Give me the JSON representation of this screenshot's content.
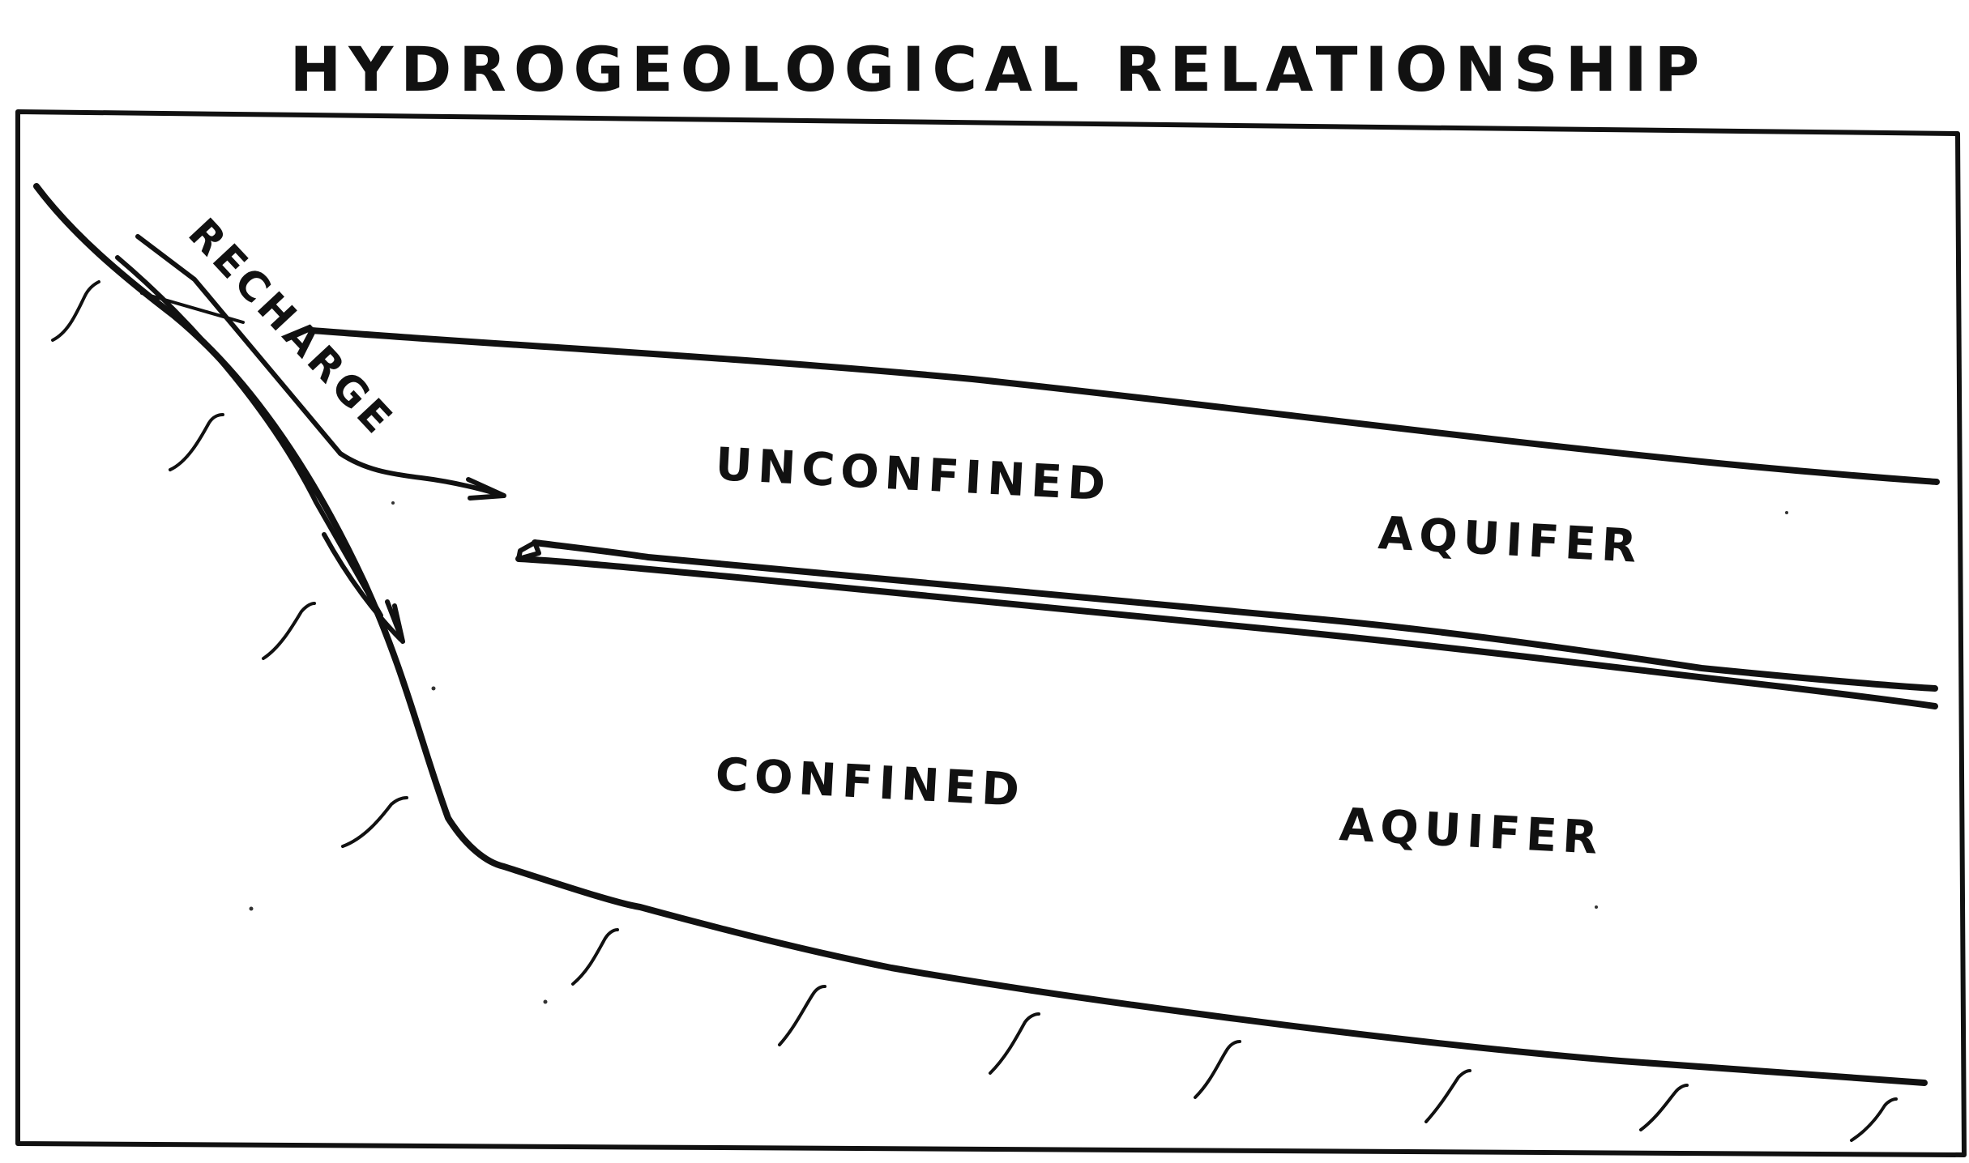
{
  "title": "HYDROGEOLOGICAL RELATIONSHIP",
  "labels": {
    "recharge": "RECHARGE",
    "unconfined": "UNCONFINED",
    "unconfined_aquifer": "AQUIFER",
    "confined": "CONFINED",
    "confined_aquifer": "AQUIFER"
  },
  "colors": {
    "ink": "#111111",
    "paper": "#ffffff"
  }
}
